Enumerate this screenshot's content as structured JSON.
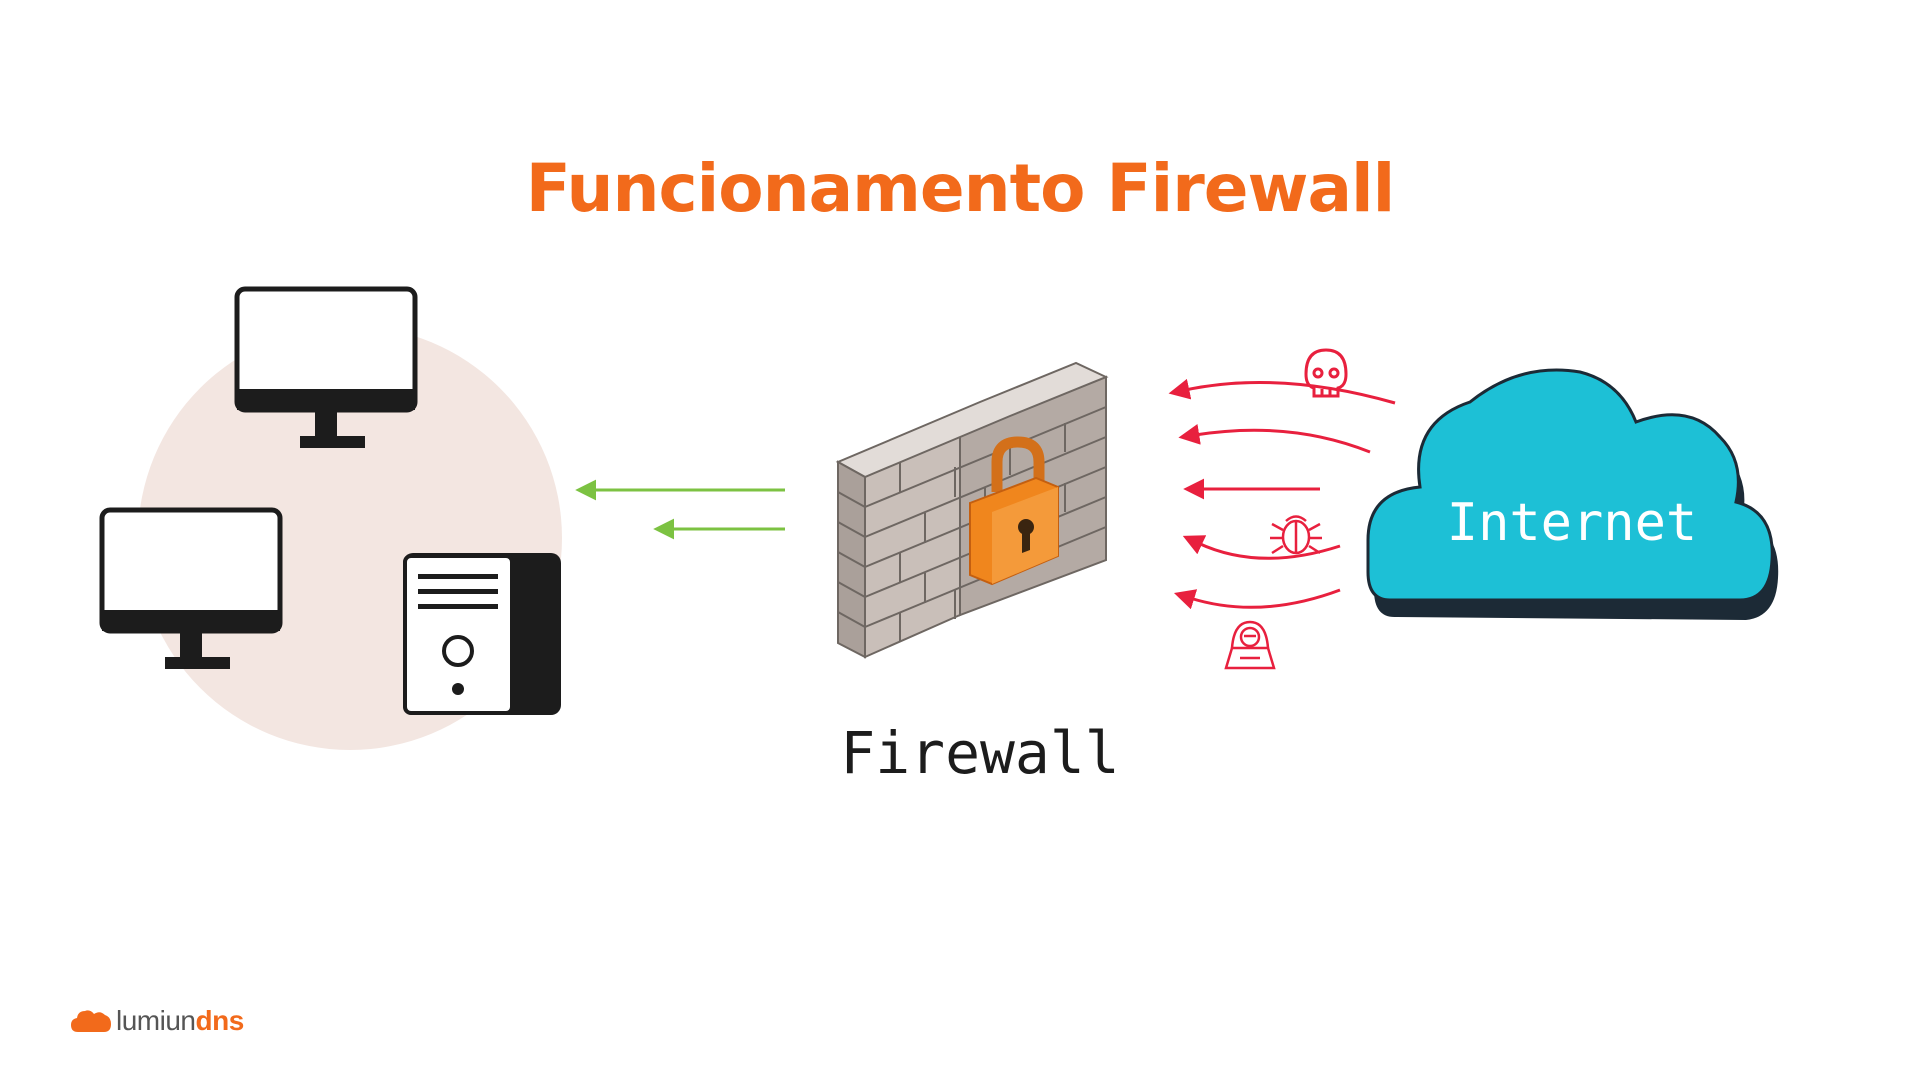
{
  "title": "Funcionamento Firewall",
  "firewall_label": "Firewall",
  "cloud_label": "Internet",
  "logo": {
    "word_light": "lumiun",
    "word_bold": "dns"
  },
  "colors": {
    "title": "#f26a1b",
    "allowed_arrow": "#7cc242",
    "blocked_arrow": "#e8203e",
    "cloud_fill": "#1dc0d6",
    "cloud_shadow": "#1c2a36",
    "network_circle": "#f3e6e1",
    "device": "#1c1c1c",
    "lock": "#f0861d",
    "brick": "#c6bcb6",
    "logo_light": "#555555",
    "logo_accent": "#f26a1b"
  },
  "icons": {
    "threats": [
      "skull-icon",
      "bug-icon",
      "hacker-icon"
    ],
    "devices": [
      "monitor-icon",
      "monitor-icon",
      "server-tower-icon"
    ],
    "logo_mark": "cloud-logo-icon"
  }
}
